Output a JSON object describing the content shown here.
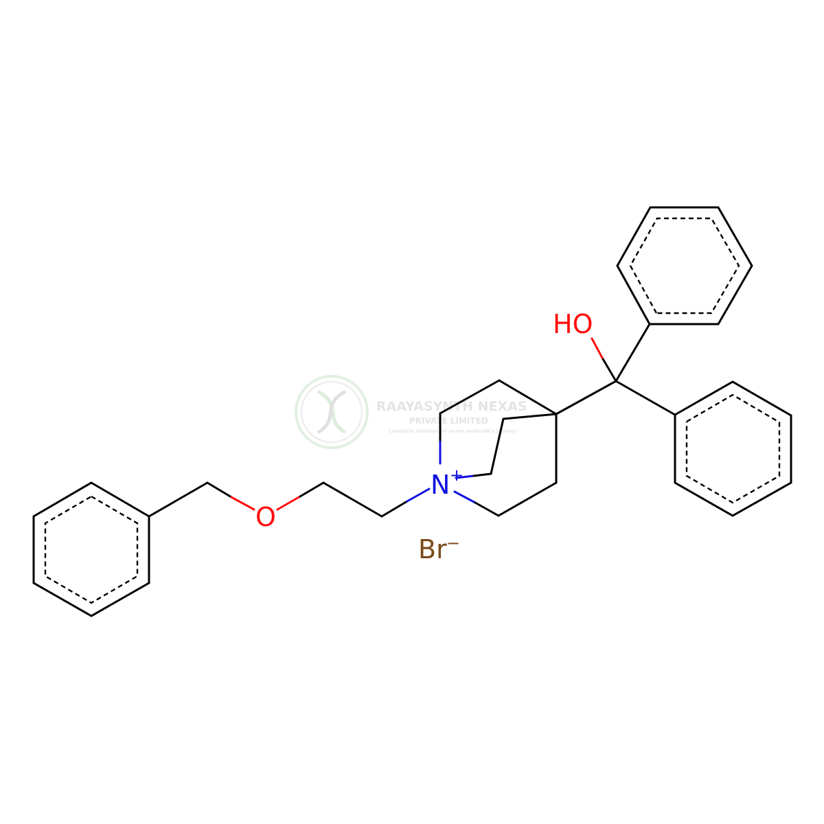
{
  "molecule": {
    "atom_labels": {
      "hydroxyl": "HO",
      "ether_oxygen": "O",
      "nitrogen": "N",
      "nitrogen_charge": "+",
      "bromide": "Br",
      "bromide_charge": "−"
    }
  },
  "colors": {
    "bond": "#000000",
    "oxygen": "#ff0d0d",
    "nitrogen": "#1010e0",
    "bromine": "#7a4a1a",
    "watermark": "#dcdcdc"
  },
  "watermark": {
    "company": "RAAYASYNTH NEXAS",
    "subtitle": "PRIVATE LIMITED",
    "tagline": "Complete solution for every molecule's journey"
  }
}
